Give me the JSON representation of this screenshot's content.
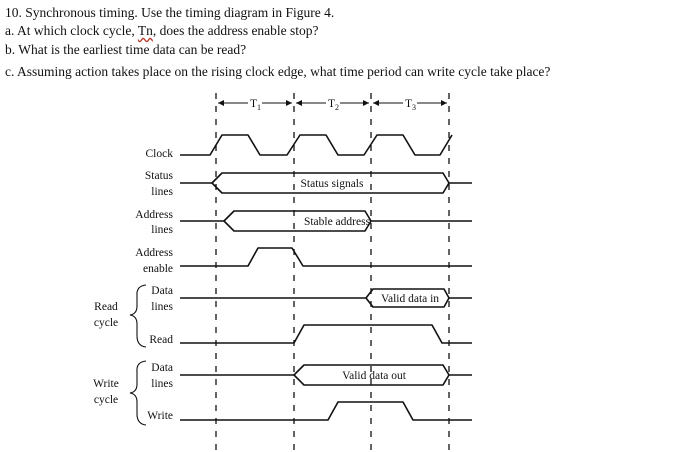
{
  "questions": {
    "q10": "10. Synchronous timing. Use the timing diagram in Figure 4.",
    "qa_prefix": "a. At which clock cycle, ",
    "qa_tn": "Tn",
    "qa_suffix": ", does the address enable stop?",
    "qb": "b. What is the earliest time data can be read?",
    "qc": "c. Assuming action takes place on the rising clock edge, what time period can write cycle take place?"
  },
  "diagram": {
    "periods": [
      "T1",
      "T2",
      "T3"
    ],
    "period_main": "T",
    "period_subs": [
      "1",
      "2",
      "3"
    ],
    "signals": {
      "clock": "Clock",
      "status_1": "Status",
      "status_2": "lines",
      "address_1": "Address",
      "address_2": "lines",
      "addr_enable_1": "Address",
      "addr_enable_2": "enable",
      "read_data_1": "Data",
      "read_data_2": "lines",
      "read": "Read",
      "write_data_1": "Data",
      "write_data_2": "lines",
      "write": "Write"
    },
    "groups": {
      "read_cycle_1": "Read",
      "read_cycle_2": "cycle",
      "write_cycle_1": "Write",
      "write_cycle_2": "cycle"
    },
    "bus_labels": {
      "status": "Status signals",
      "address": "Stable address",
      "data_in": "Valid data in",
      "data_out": "Valid data out"
    }
  }
}
